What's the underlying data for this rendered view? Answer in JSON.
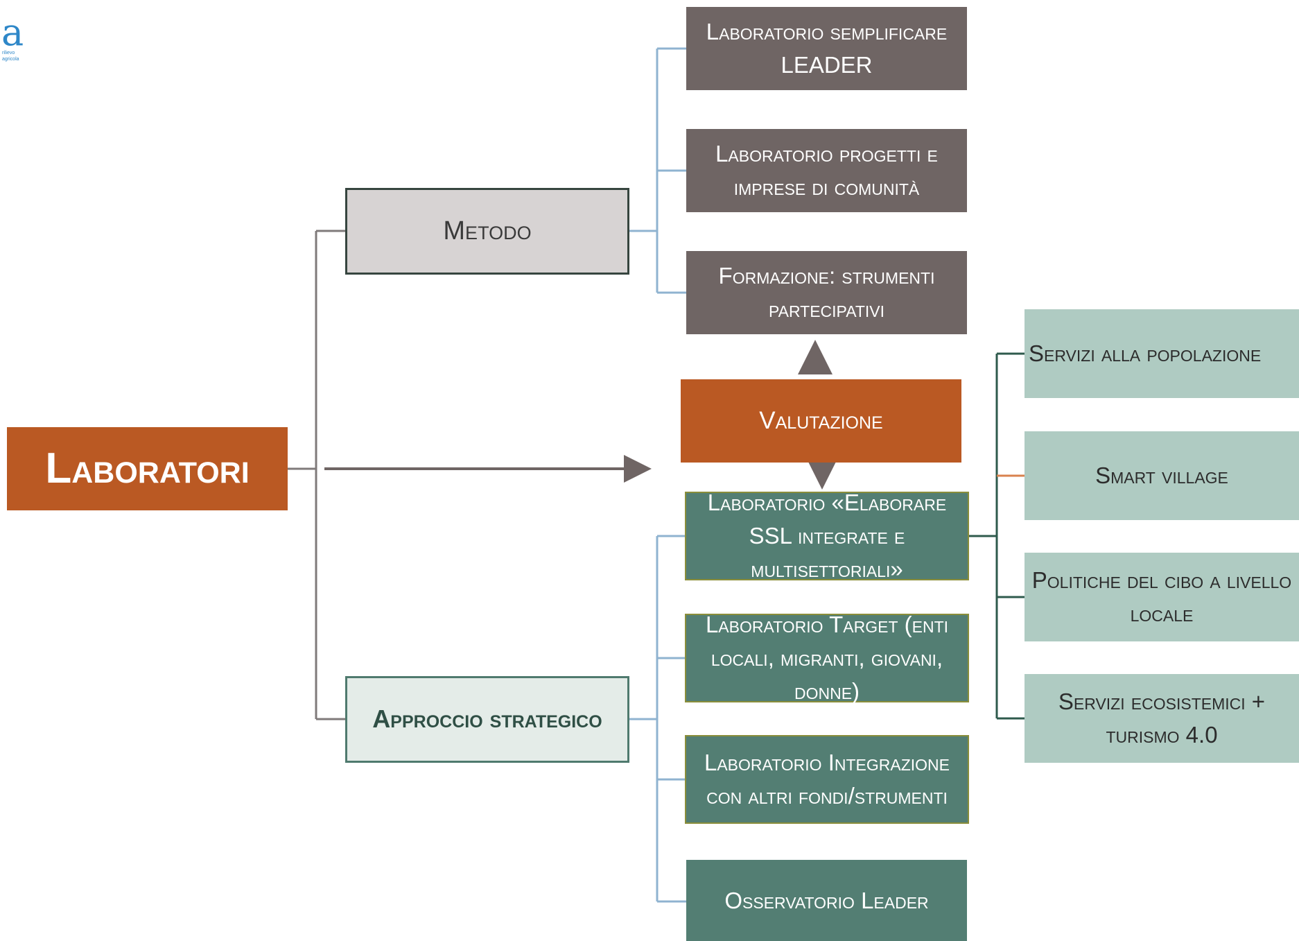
{
  "logo": {
    "letter": "a",
    "line1": "rilievo",
    "line2": "agricola"
  },
  "root": {
    "label": "Laboratori"
  },
  "branches": {
    "metodo": {
      "label": "Metodo"
    },
    "approccio": {
      "label": "Approccio strategico"
    }
  },
  "metodo_items": [
    {
      "label": "Laboratorio semplificare LEADER"
    },
    {
      "label": "Laboratorio progetti e imprese di comunità"
    },
    {
      "label": "Formazione: strumenti partecipativi"
    }
  ],
  "valutazione": {
    "label": "Valutazione"
  },
  "approccio_items": [
    {
      "label": "Laboratorio «Elaborare SSL integrate e multisettoriali»"
    },
    {
      "label": "Laboratorio Target (enti locali, migranti, giovani, donne)"
    },
    {
      "label": "Laboratorio Integrazione con altri fondi/strumenti"
    },
    {
      "label": "Osservatorio Leader"
    }
  ],
  "themes": [
    {
      "label": "Servizi alla popolazione"
    },
    {
      "label": "Smart village"
    },
    {
      "label": "Politiche del cibo a livello locale"
    },
    {
      "label": "Servizi ecosistemici + turismo 4.0"
    }
  ],
  "colors": {
    "orange": "#BA5923",
    "grey_box": "#6F6564",
    "green_box": "#537E73",
    "mint_box": "#AFCBC2",
    "connector_blue": "#8FB3D0",
    "connector_grey": "#7F7A7A",
    "connector_dark_green": "#2E5A4C"
  }
}
